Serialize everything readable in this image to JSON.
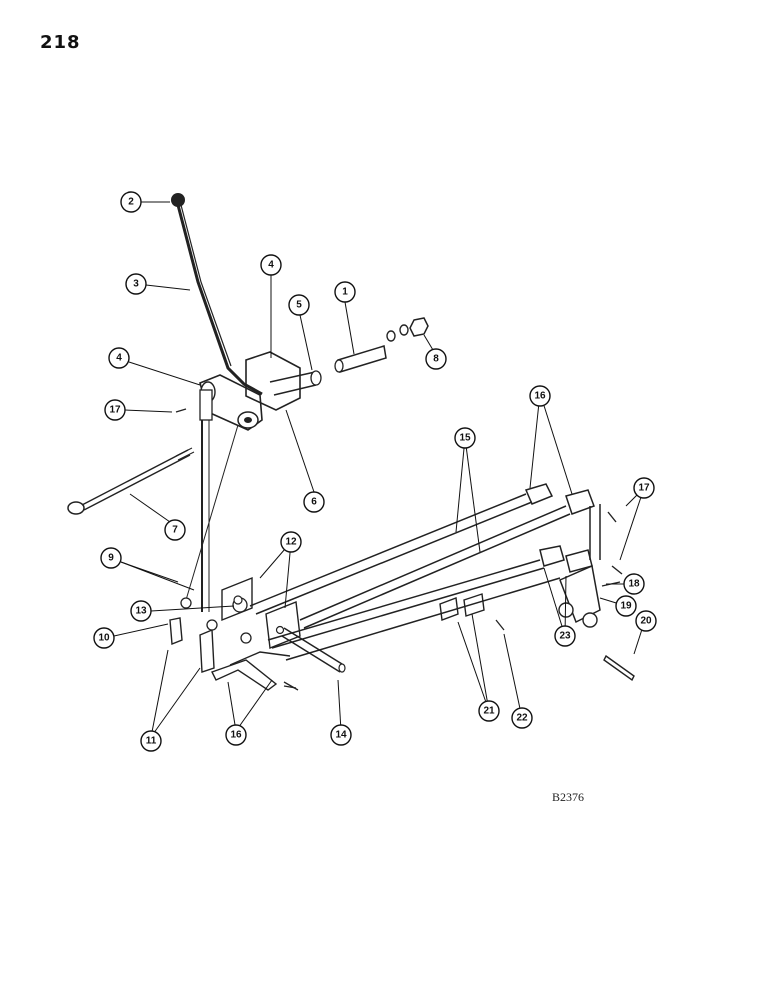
{
  "page": {
    "page_number": "218",
    "figure_code": "B2376"
  },
  "callouts": [
    {
      "label": "1",
      "id": "c1"
    },
    {
      "label": "2",
      "id": "c2"
    },
    {
      "label": "3",
      "id": "c3"
    },
    {
      "label": "4",
      "id": "c4a"
    },
    {
      "label": "4",
      "id": "c4b"
    },
    {
      "label": "5",
      "id": "c5"
    },
    {
      "label": "6",
      "id": "c6"
    },
    {
      "label": "7",
      "id": "c7"
    },
    {
      "label": "8",
      "id": "c8"
    },
    {
      "label": "9",
      "id": "c9"
    },
    {
      "label": "10",
      "id": "c10"
    },
    {
      "label": "11",
      "id": "c11"
    },
    {
      "label": "12",
      "id": "c12"
    },
    {
      "label": "13",
      "id": "c13"
    },
    {
      "label": "14",
      "id": "c14"
    },
    {
      "label": "15",
      "id": "c15"
    },
    {
      "label": "16",
      "id": "c16a"
    },
    {
      "label": "16",
      "id": "c16b"
    },
    {
      "label": "17",
      "id": "c17a"
    },
    {
      "label": "17",
      "id": "c17b"
    },
    {
      "label": "18",
      "id": "c18"
    },
    {
      "label": "19",
      "id": "c19"
    },
    {
      "label": "20",
      "id": "c20"
    },
    {
      "label": "21",
      "id": "c21"
    },
    {
      "label": "22",
      "id": "c22"
    },
    {
      "label": "23",
      "id": "c23"
    }
  ]
}
